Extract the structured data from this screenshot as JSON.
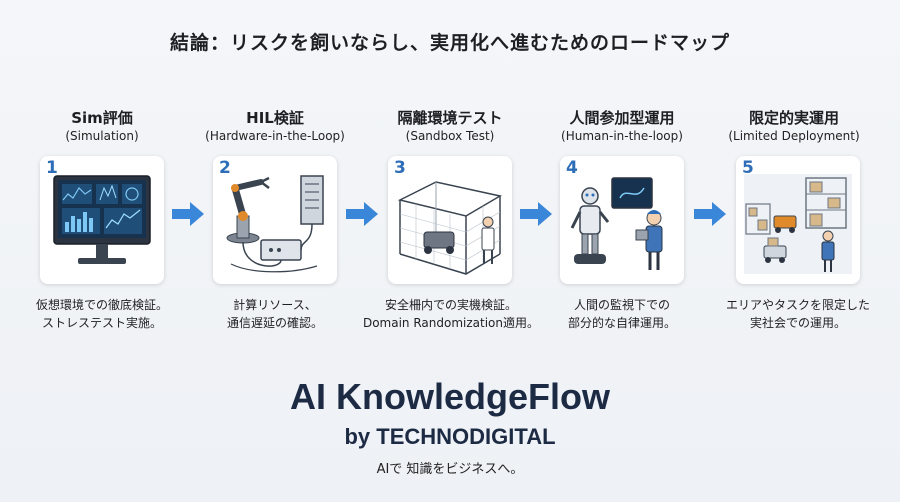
{
  "title": "結論：リスクを飼いならし、実用化へ進むためのロードマップ",
  "steps": [
    {
      "number": "1",
      "name": "Sim評価",
      "sub": "(Simulation)",
      "desc1": "仮想環境での徹底検証。",
      "desc2": "ストレステスト実施。"
    },
    {
      "number": "2",
      "name": "HIL検証",
      "sub": "(Hardware-in-the-Loop)",
      "desc1": "計算リソース、",
      "desc2": "通信遅延の確認。"
    },
    {
      "number": "3",
      "name": "隔離環境テスト",
      "sub": "(Sandbox Test)",
      "desc1": "安全柵内での実機検証。",
      "desc2": "Domain Randomization適用。"
    },
    {
      "number": "4",
      "name": "人間参加型運用",
      "sub": "(Human-in-the-loop)",
      "desc1": "人間の監視下での",
      "desc2": "部分的な自律運用。"
    },
    {
      "number": "5",
      "name": "限定的実運用",
      "sub": "(Limited Deployment)",
      "desc1": "エリアやタスクを限定した",
      "desc2": "実社会での運用。"
    }
  ],
  "brand": {
    "name": "AI KnowledgeFlow",
    "by": "by TECHNODIGITAL",
    "tagline": "AIで 知識をビジネスへ。"
  },
  "colors": {
    "accent": "#2e6db8",
    "arrow": "#3a86d8",
    "brand": "#1c2a44"
  }
}
